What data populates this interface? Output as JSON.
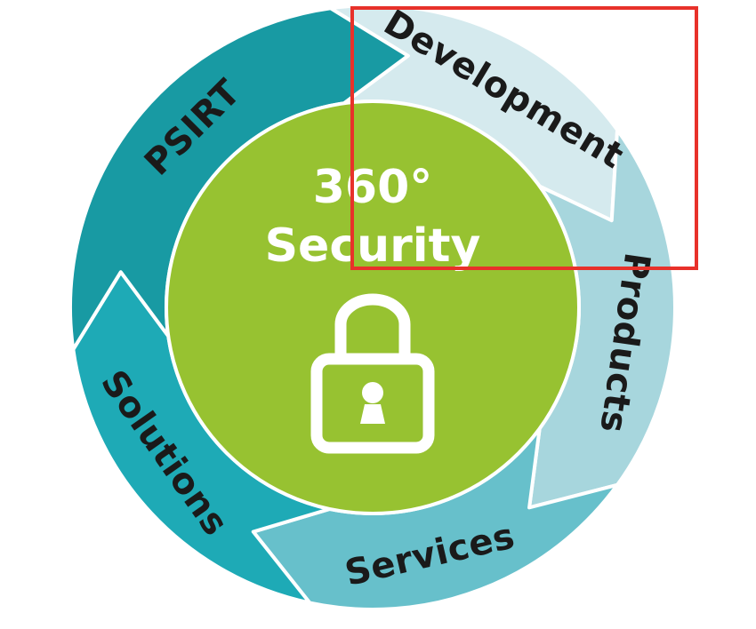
{
  "center": {
    "line1": "360°",
    "line2": "Security",
    "color": "#97c231",
    "icon": "padlock-icon"
  },
  "segments": [
    {
      "id": "development",
      "label": "Development",
      "color": "#d5eaee",
      "text_color": "#1a1a1a"
    },
    {
      "id": "products",
      "label": "Products",
      "color": "#a7d6dd",
      "text_color": "#1a1a1a"
    },
    {
      "id": "services",
      "label": "Services",
      "color": "#67c0cb",
      "text_color": "#1a1a1a"
    },
    {
      "id": "solutions",
      "label": "Solutions",
      "color": "#1eaab6",
      "text_color": "#1a1a1a"
    },
    {
      "id": "psirt",
      "label": "PSIRT",
      "color": "#189aa3",
      "text_color": "#1a1a1a"
    }
  ],
  "highlight_color": "#e8312a"
}
